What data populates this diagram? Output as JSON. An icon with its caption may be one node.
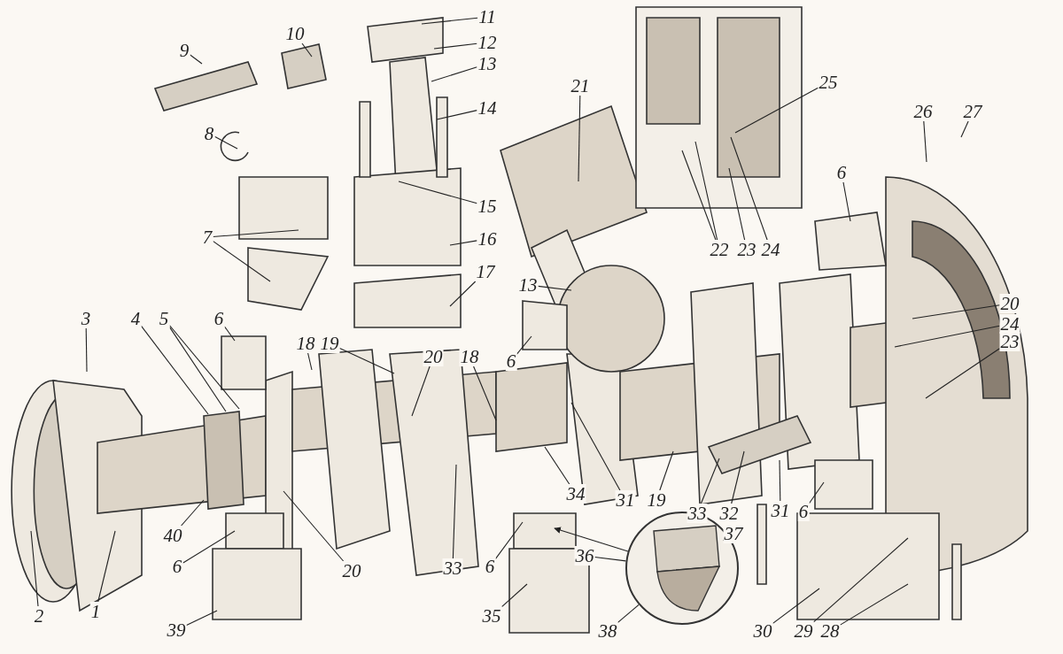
{
  "diagram": {
    "nodes": [
      {
        "text": [
          "11"
        ]
      },
      {
        "text": [
          "10"
        ]
      },
      {
        "text": [
          "12"
        ]
      },
      {
        "text": [
          "9"
        ]
      },
      {
        "text": [
          "13"
        ]
      },
      {
        "text": [
          "25"
        ]
      },
      {
        "text": [
          "21"
        ]
      },
      {
        "text": [
          "14"
        ]
      },
      {
        "text": [
          "26"
        ]
      },
      {
        "text": [
          "27"
        ]
      },
      {
        "text": [
          "8"
        ]
      },
      {
        "text": [
          "6"
        ]
      },
      {
        "text": [
          "15"
        ]
      },
      {
        "text": [
          "7"
        ]
      },
      {
        "text": [
          "16"
        ]
      },
      {
        "text": [
          "22"
        ]
      },
      {
        "text": [
          "23"
        ]
      },
      {
        "text": [
          "24"
        ]
      },
      {
        "text": [
          "17"
        ]
      },
      {
        "text": [
          "13"
        ]
      },
      {
        "text": [
          "20"
        ]
      },
      {
        "text": [
          "3"
        ]
      },
      {
        "text": [
          "4"
        ]
      },
      {
        "text": [
          "5"
        ]
      },
      {
        "text": [
          "6"
        ]
      },
      {
        "text": [
          "24"
        ]
      },
      {
        "text": [
          "23"
        ]
      },
      {
        "text": [
          "18"
        ]
      },
      {
        "text": [
          "19"
        ]
      },
      {
        "text": [
          "20"
        ]
      },
      {
        "text": [
          "18"
        ]
      },
      {
        "text": [
          "6"
        ]
      },
      {
        "text": [
          "34"
        ]
      },
      {
        "text": [
          "31"
        ]
      },
      {
        "text": [
          "19"
        ]
      },
      {
        "text": [
          "33"
        ]
      },
      {
        "text": [
          "32"
        ]
      },
      {
        "text": [
          "31"
        ]
      },
      {
        "text": [
          "6"
        ]
      },
      {
        "text": [
          "40"
        ]
      },
      {
        "text": [
          "37"
        ]
      },
      {
        "text": [
          "36"
        ]
      },
      {
        "text": [
          "6"
        ]
      },
      {
        "text": [
          "20"
        ]
      },
      {
        "text": [
          "33"
        ]
      },
      {
        "text": [
          "6"
        ]
      },
      {
        "text": [
          "1"
        ]
      },
      {
        "text": [
          "2"
        ]
      },
      {
        "text": [
          "35"
        ]
      },
      {
        "text": [
          "39"
        ]
      },
      {
        "text": [
          "38"
        ]
      },
      {
        "text": [
          "30"
        ]
      },
      {
        "text": [
          "29"
        ]
      },
      {
        "text": [
          "28"
        ]
      },
      {
        "text": [],
        "shape": "circle"
      }
    ],
    "edges": [
      {
        "from": 0,
        "to": null,
        "arrow": "none"
      },
      {
        "from": 1,
        "to": null,
        "arrow": "none"
      },
      {
        "from": 2,
        "to": null,
        "arrow": "none"
      },
      {
        "from": 3,
        "to": null,
        "arrow": "none"
      },
      {
        "from": 4,
        "to": null,
        "arrow": "none"
      },
      {
        "from": 5,
        "to": null,
        "arrow": "none"
      },
      {
        "from": 6,
        "to": null,
        "arrow": "none"
      },
      {
        "from": 7,
        "to": null,
        "arrow": "none"
      },
      {
        "from": 8,
        "to": null,
        "arrow": "none"
      },
      {
        "from": 9,
        "to": null,
        "arrow": "none"
      },
      {
        "from": 10,
        "to": null,
        "arrow": "none"
      },
      {
        "from": 11,
        "to": null,
        "arrow": "none"
      },
      {
        "from": 12,
        "to": null,
        "arrow": "none"
      },
      {
        "from": 13,
        "to": null,
        "arrow": "none"
      },
      {
        "from": 13,
        "to": null,
        "arrow": "none"
      },
      {
        "from": 14,
        "to": null,
        "arrow": "none"
      },
      {
        "from": 15,
        "to": null,
        "arrow": "none"
      },
      {
        "from": 15,
        "to": null,
        "arrow": "none"
      },
      {
        "from": 16,
        "to": null,
        "arrow": "none"
      },
      {
        "from": 17,
        "to": null,
        "arrow": "none"
      },
      {
        "from": 18,
        "to": null,
        "arrow": "none"
      },
      {
        "from": 19,
        "to": null,
        "arrow": "none"
      },
      {
        "from": 20,
        "to": null,
        "arrow": "none"
      },
      {
        "from": 21,
        "to": null,
        "arrow": "none"
      },
      {
        "from": 22,
        "to": null,
        "arrow": "none"
      },
      {
        "from": 23,
        "to": null,
        "arrow": "none"
      },
      {
        "from": 23,
        "to": null,
        "arrow": "none"
      },
      {
        "from": 24,
        "to": null,
        "arrow": "none"
      },
      {
        "from": 25,
        "to": null,
        "arrow": "none"
      },
      {
        "from": 26,
        "to": null,
        "arrow": "none"
      },
      {
        "from": 27,
        "to": null,
        "arrow": "none"
      },
      {
        "from": 28,
        "to": null,
        "arrow": "none"
      },
      {
        "from": 29,
        "to": null,
        "arrow": "none"
      },
      {
        "from": 30,
        "to": null,
        "arrow": "none"
      },
      {
        "from": 31,
        "to": null,
        "arrow": "none"
      },
      {
        "from": 32,
        "to": null,
        "arrow": "none"
      },
      {
        "from": 33,
        "to": null,
        "arrow": "none"
      },
      {
        "from": 34,
        "to": null,
        "arrow": "none"
      },
      {
        "from": 35,
        "to": null,
        "arrow": "none"
      },
      {
        "from": 36,
        "to": null,
        "arrow": "none"
      },
      {
        "from": 37,
        "to": null,
        "arrow": "none"
      },
      {
        "from": 38,
        "to": null,
        "arrow": "none"
      },
      {
        "from": 39,
        "to": null,
        "arrow": "none"
      },
      {
        "from": 40,
        "to": 54,
        "arrow": "none"
      },
      {
        "from": 41,
        "to": 54,
        "arrow": "none"
      },
      {
        "from": 42,
        "to": null,
        "arrow": "none"
      },
      {
        "from": 43,
        "to": null,
        "arrow": "none"
      },
      {
        "from": 44,
        "to": null,
        "arrow": "none"
      },
      {
        "from": 45,
        "to": null,
        "arrow": "none"
      },
      {
        "from": 46,
        "to": null,
        "arrow": "none"
      },
      {
        "from": 47,
        "to": null,
        "arrow": "none"
      },
      {
        "from": 48,
        "to": null,
        "arrow": "none"
      },
      {
        "from": 49,
        "to": null,
        "arrow": "none"
      },
      {
        "from": 50,
        "to": 54,
        "arrow": "none"
      },
      {
        "from": 51,
        "to": null,
        "arrow": "none"
      },
      {
        "from": 52,
        "to": null,
        "arrow": "none"
      },
      {
        "from": 53,
        "to": null,
        "arrow": "none"
      },
      {
        "from": 54,
        "to": null,
        "arrow": "to"
      }
    ]
  }
}
